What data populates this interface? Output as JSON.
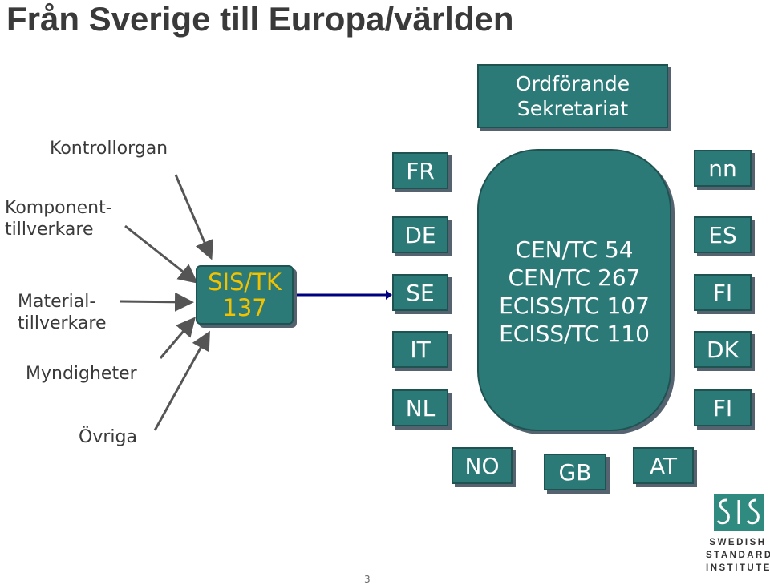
{
  "title": "Från Sverige till Europa/världen",
  "sources": {
    "kontrollorgan": "Kontrollorgan",
    "komponent_1": "Komponent-",
    "komponent_2": "tillverkare",
    "material_1": "Material-",
    "material_2": "tillverkare",
    "myndigheter": "Myndigheter",
    "ovriga": "Övriga"
  },
  "sis_box": {
    "line1": "SIS/TK",
    "line2": "137"
  },
  "ordforande": {
    "line1": "Ordförande",
    "line2": "Sekretariat"
  },
  "cen_committees": [
    "CEN/TC 54",
    "CEN/TC 267",
    "ECISS/TC 107",
    "ECISS/TC 110"
  ],
  "countries_left": [
    "FR",
    "DE",
    "SE",
    "IT",
    "NL"
  ],
  "countries_right": [
    "nn",
    "ES",
    "FI",
    "DK",
    "FI"
  ],
  "countries_bottom": [
    "NO",
    "GB",
    "AT"
  ],
  "logo": {
    "line1": "SWEDISH",
    "line2": "STANDARDS",
    "line3": "INSTITUTE"
  },
  "page_number": "3",
  "colors": {
    "box_fill": "#2b7a78",
    "sis_text": "#f2c200",
    "arrow": "#555555",
    "connector": "#000080"
  }
}
